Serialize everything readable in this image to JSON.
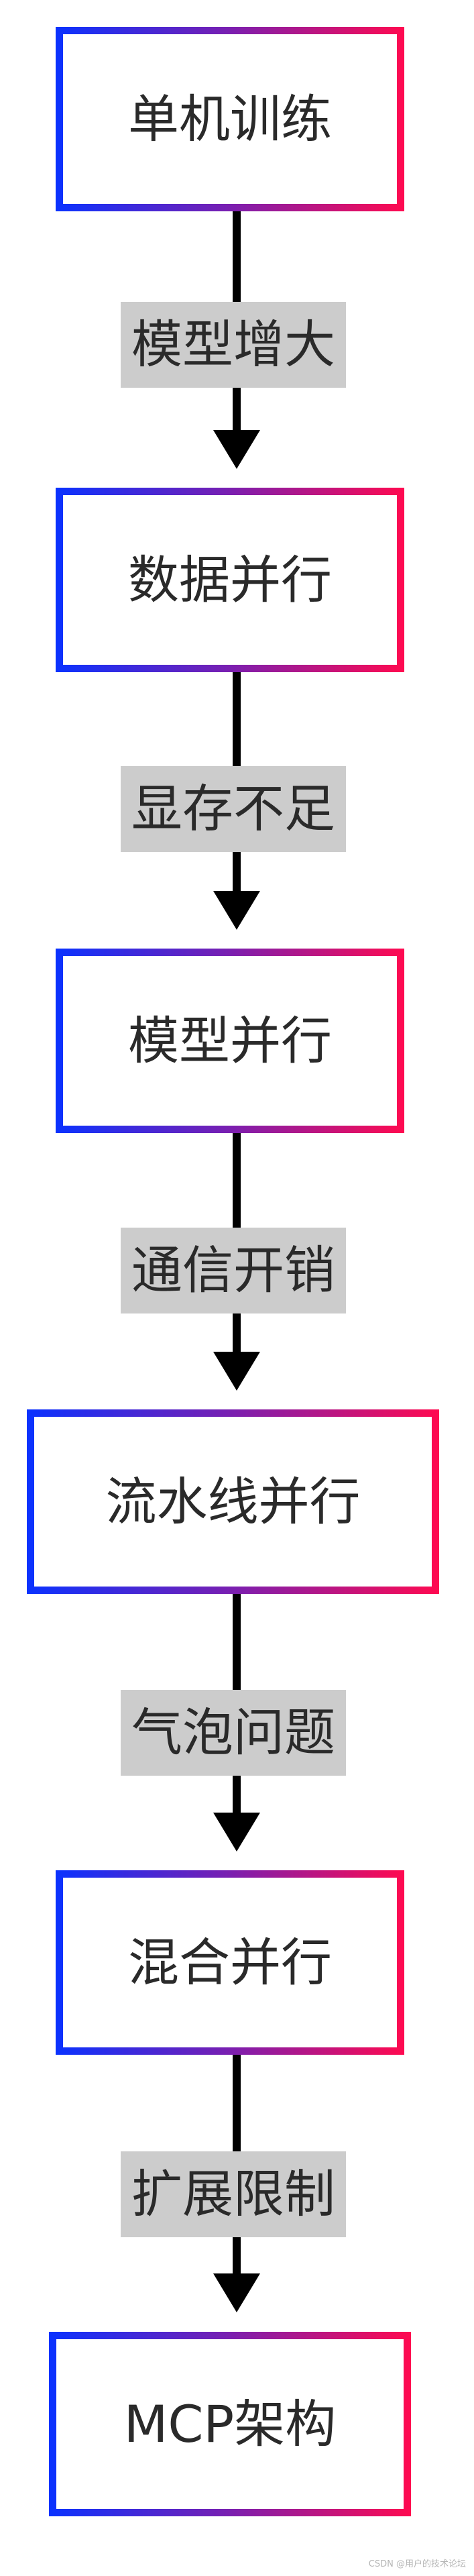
{
  "nodes": [
    {
      "id": "single-machine-training",
      "label": "单机训练"
    },
    {
      "id": "data-parallel",
      "label": "数据并行"
    },
    {
      "id": "model-parallel",
      "label": "模型并行"
    },
    {
      "id": "pipeline-parallel",
      "label": "流水线并行"
    },
    {
      "id": "hybrid-parallel",
      "label": "混合并行"
    },
    {
      "id": "mcp-architecture",
      "label": "MCP架构"
    }
  ],
  "edges": [
    {
      "from": "single-machine-training",
      "to": "data-parallel",
      "label": "模型增大"
    },
    {
      "from": "data-parallel",
      "to": "model-parallel",
      "label": "显存不足"
    },
    {
      "from": "model-parallel",
      "to": "pipeline-parallel",
      "label": "通信开销"
    },
    {
      "from": "pipeline-parallel",
      "to": "hybrid-parallel",
      "label": "气泡问题"
    },
    {
      "from": "hybrid-parallel",
      "to": "mcp-architecture",
      "label": "扩展限制"
    }
  ],
  "watermark": "CSDN @用户的技术论坛",
  "colors": {
    "gradient_start": "#0a32ff",
    "gradient_end": "#ff0a50",
    "edge_label_bg": "#cccccc",
    "arrow": "#000000"
  }
}
